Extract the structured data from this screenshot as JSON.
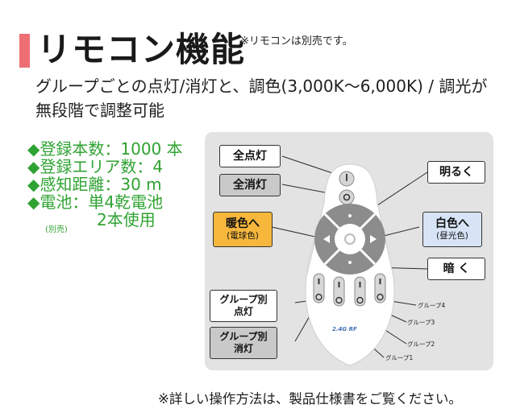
{
  "header": {
    "title": "リモコン機能",
    "note": "※リモコンは別売です。"
  },
  "subtitle": {
    "line1": "グループごとの点灯/消灯と、調色(3,000K〜6,000K) / 調光が",
    "line2": "無段階で調整可能"
  },
  "specs": {
    "items": [
      "◆登録本数：1000 本",
      "◆登録エリア数：4",
      "◆感知距離：30 m",
      "◆電池：単4乾電池"
    ],
    "battery_line2": "2本使用",
    "battery_note": "(別売)"
  },
  "remote": {
    "all_on": "全点灯",
    "all_off": "全消灯",
    "warm": "暖色へ",
    "warm_sub": "(電球色)",
    "brighter": "明るく",
    "white": "白色へ",
    "white_sub": "(昼光色)",
    "darker": "暗 く",
    "group_on_1": "グループ別",
    "group_on_2": "点灯",
    "group_off_1": "グループ別",
    "group_off_2": "消灯",
    "group1": "グループ1",
    "group2": "グループ2",
    "group3": "グループ3",
    "group4": "グループ4",
    "logo": "2.4G RF"
  },
  "colors": {
    "accent": "#ee6f73",
    "green": "#2fa332",
    "warm_label": "#f7b73d",
    "white_label": "#d7e4f6",
    "gray_label": "#c9c9c9"
  },
  "footer": {
    "note": "※詳しい操作方法は、製品仕様書をご覧ください。"
  }
}
